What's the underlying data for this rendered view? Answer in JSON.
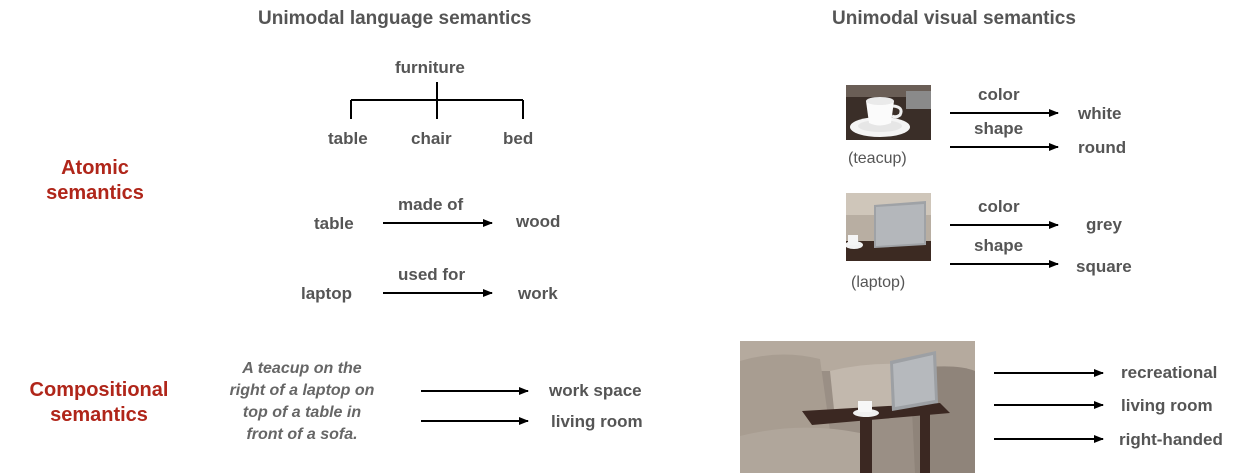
{
  "headers": {
    "language": "Unimodal language semantics",
    "visual": "Unimodal visual semantics"
  },
  "rows": {
    "atomic": "Atomic semantics",
    "compositional": "Compositional semantics"
  },
  "taxonomy": {
    "root": "furniture",
    "children": [
      "table",
      "chair",
      "bed"
    ]
  },
  "relations": [
    {
      "subject": "table",
      "predicate": "made of",
      "object": "wood"
    },
    {
      "subject": "laptop",
      "predicate": "used for",
      "object": "work"
    }
  ],
  "compositional_text": {
    "lines": [
      "A teacup on the",
      "right of a laptop on",
      "top of a table in",
      "front of a sofa."
    ],
    "outputs": [
      "work space",
      "living room"
    ]
  },
  "visual_objects": [
    {
      "caption": "(teacup)",
      "attributes": [
        {
          "name": "color",
          "value": "white"
        },
        {
          "name": "shape",
          "value": "round"
        }
      ]
    },
    {
      "caption": "(laptop)",
      "attributes": [
        {
          "name": "color",
          "value": "grey"
        },
        {
          "name": "shape",
          "value": "square"
        }
      ]
    }
  ],
  "scene_outputs": [
    "recreational",
    "living room",
    "right-handed"
  ]
}
